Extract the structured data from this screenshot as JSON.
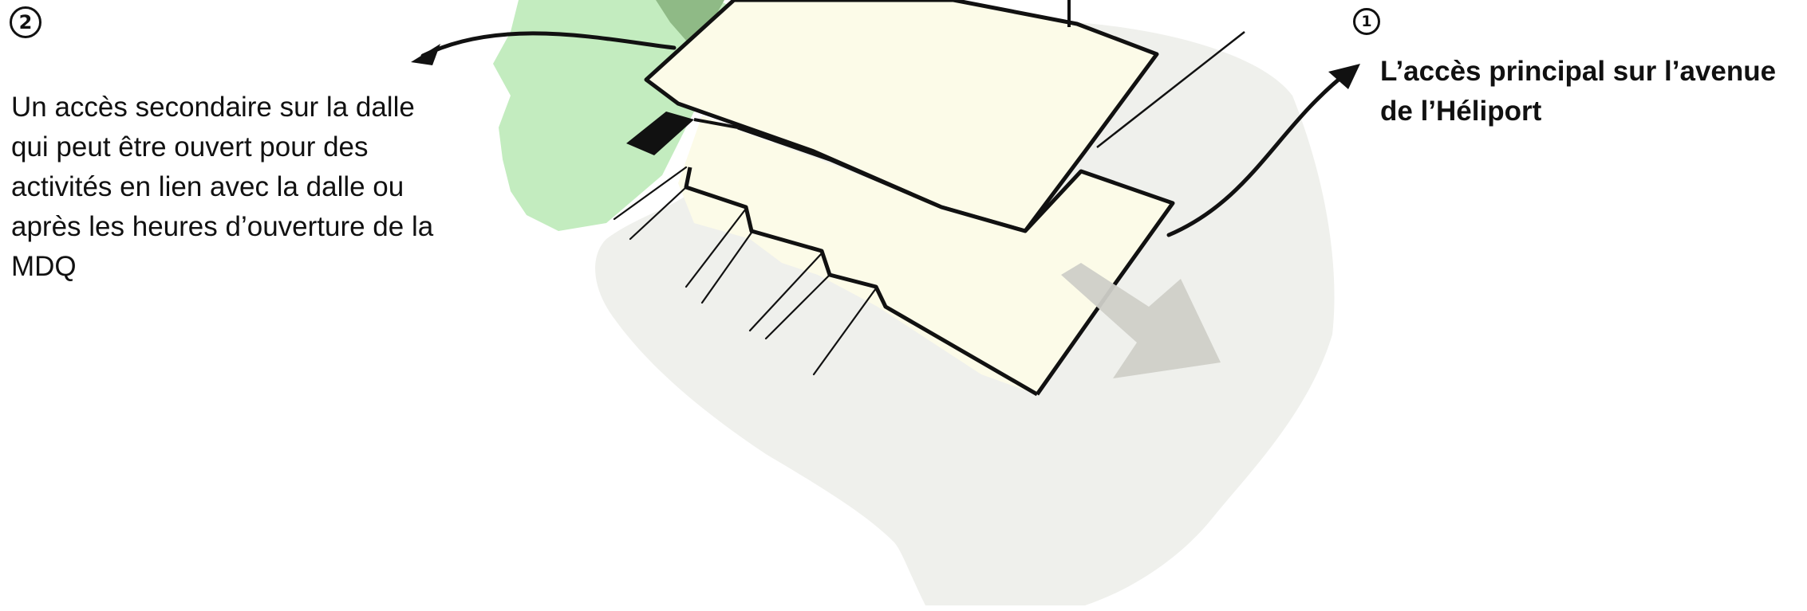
{
  "annotations": {
    "secondary": {
      "marker": "2",
      "text": "Un accès secondaire sur la dalle qui peut être ouvert pour des activités en lien avec la dalle ou après les heures d’ouverture de la MDQ"
    },
    "main": {
      "marker": "1",
      "text": "L’accès principal sur l’avenue de l’Héliport"
    }
  },
  "colors": {
    "green_area": "#c3ecbf",
    "green_arrow": "#8fba86",
    "ground_shadow": "#eff0ec",
    "grey_arrow": "#cfcfc8",
    "slab": "#fcfbe8",
    "ink": "#111111"
  }
}
